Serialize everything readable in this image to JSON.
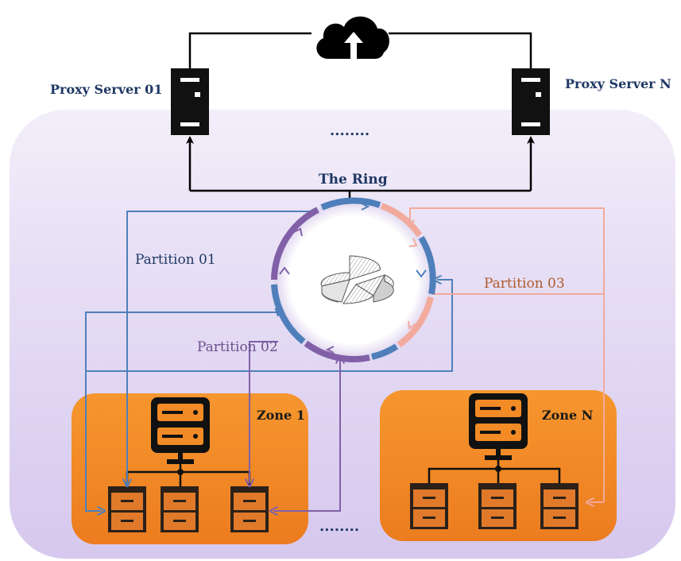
{
  "labels": {
    "proxy_server_1": "Proxy Server 01",
    "proxy_server_n": "Proxy Server N",
    "dots_top": "........",
    "the_ring": "The Ring",
    "partition_1": "Partition 01",
    "partition_2": "Partition 02",
    "partition_3": "Partition 03",
    "zone_1": "Zone 1",
    "zone_n": "Zone N",
    "dots_bottom": "........"
  },
  "colors": {
    "background_panel": "#e4dbf3",
    "zone_fill": "#f28a26",
    "server_dark": "#1a1a1a",
    "cabinet_fill": "#e07a2a",
    "cabinet_dark": "#2b2119",
    "partition_1_line": "#4f7fba",
    "partition_2_line": "#8160a8",
    "partition_3_line": "#f2aa9d",
    "ring_line": "#000000",
    "label_navy": "#1f3864",
    "label_purple": "#6a4f8c",
    "label_orange": "#b05a2a"
  },
  "icons": {
    "cloud": "cloud-upload-icon",
    "proxy_server": "server-tower-icon",
    "ring_center": "pie-chart-icon",
    "zone_server": "server-rack-icon",
    "storage": "filing-cabinet-icon"
  }
}
